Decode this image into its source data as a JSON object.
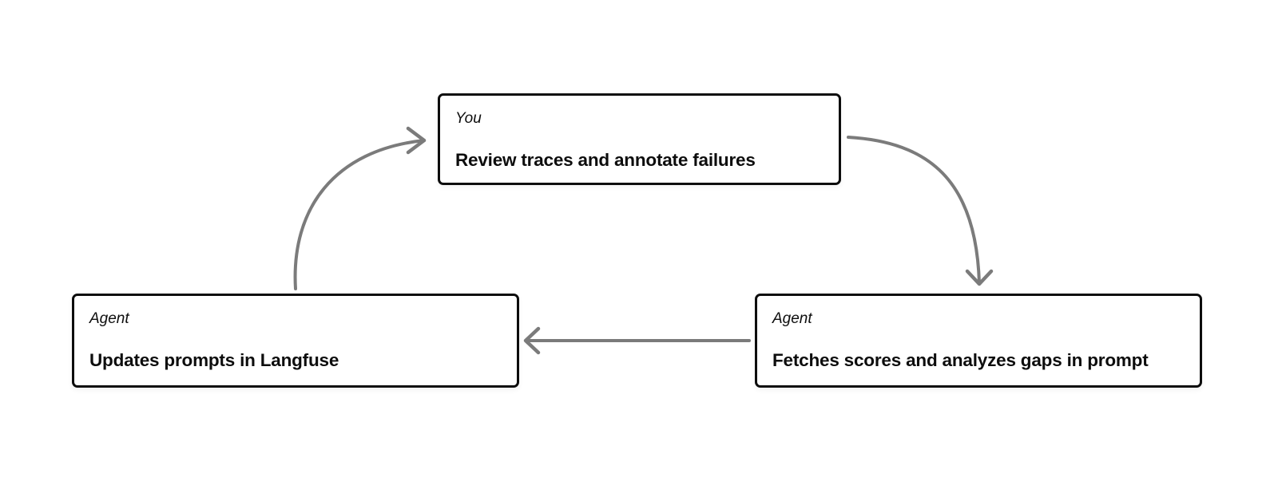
{
  "diagram": {
    "colors": {
      "background": "#ffffff",
      "node_fill": "#ffffff",
      "node_border": "#0d0d0d",
      "text": "#0d0d0d",
      "arrow": "#7b7b7b"
    },
    "nodes": [
      {
        "id": "review-traces",
        "actor": "You",
        "title": "Review traces and annotate failures"
      },
      {
        "id": "fetch-scores",
        "actor": "Agent",
        "title": "Fetches scores and analyzes gaps in prompt"
      },
      {
        "id": "update-prompts",
        "actor": "Agent",
        "title": "Updates prompts in Langfuse"
      }
    ],
    "edges": [
      {
        "from": "update-prompts",
        "to": "review-traces",
        "shape": "curved"
      },
      {
        "from": "review-traces",
        "to": "fetch-scores",
        "shape": "curved"
      },
      {
        "from": "fetch-scores",
        "to": "update-prompts",
        "shape": "straight"
      }
    ]
  }
}
